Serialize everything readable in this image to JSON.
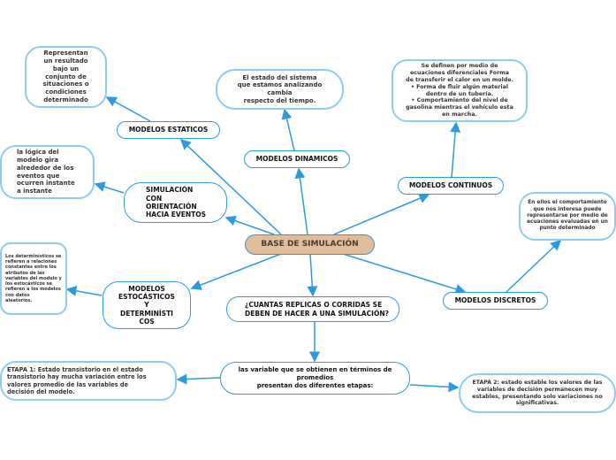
{
  "central": "BASE DE SIMULACIÓN",
  "nodes": {
    "estaticos": {
      "label": "MODELOS ESTATICOS",
      "note": "Representan\nun resultado\nbajo un\nconjunto de\nsituaciones o\ncondiciones\ndeterminado"
    },
    "dinamicos": {
      "label": "MODELOS DINAMICOS",
      "note": "El estado del sistema\nque estamos analizando\ncambia\nrespecto del tiempo."
    },
    "continuos": {
      "label": "MODELOS CONTINUOS",
      "note": "Se definen por medio de\necuaciones diferenciales Forma\nde transferir el calor en un molde.\n• Forma de fluir algún material\ndentro de un tubería.\n• Comportamiento del nivel de\ngasolina mientras el vehículo esta\nen marcha."
    },
    "discretos": {
      "label": "MODELOS DISCRETOS",
      "note": "En ellos el comportamiento\nque nos interesa puede\nrepresentarse por medio de\necuaciones evaluadas en un\npunto determinado"
    },
    "orientacion": {
      "label": "SIMULACIÓN\nCON\nORIENTACIÓN\nHACIA EVENTOS",
      "note": "la lógica del\nmodelo gira\nalrededor de los\neventos que\nocurren instante\na instante"
    },
    "estocasticos": {
      "label": "MODELOS\nESTOCÁSTICOS\nY\nDETERMINÍSTI\nCOS",
      "note": "Los determinísticos se\nrefieren a relaciones\nconstantes entre los\natributos de las\nvariables del modelo y\nlos estocásticos se\nrefieren a los modelos\ncon datos\naleatorios."
    },
    "replicas": {
      "label": "¿CUANTAS REPLICAS O CORRIDAS SE\nDEBEN DE HACER A UNA SIMULACIÓN?"
    },
    "variables": {
      "label": "las variable que se obtienen en términos de\npromedios\npresentan dos diferentes etapas:"
    },
    "etapa1": {
      "note": "ETAPA 1: Estado transistorio en el estado\ntransistorio hay mucha variación entre los\nvalores promedio de las variables de\ndecisión del modelo."
    },
    "etapa2": {
      "note": "ETAPA 2: estado estable los valores de las\nvariables de decisión permanecen muy\nestables, presentando solo variaciones no\nsignificativas."
    }
  },
  "colors": {
    "edge": "#2a9be0",
    "central_fill": "#e2bd9c",
    "note_border": "#8ccbf2"
  }
}
